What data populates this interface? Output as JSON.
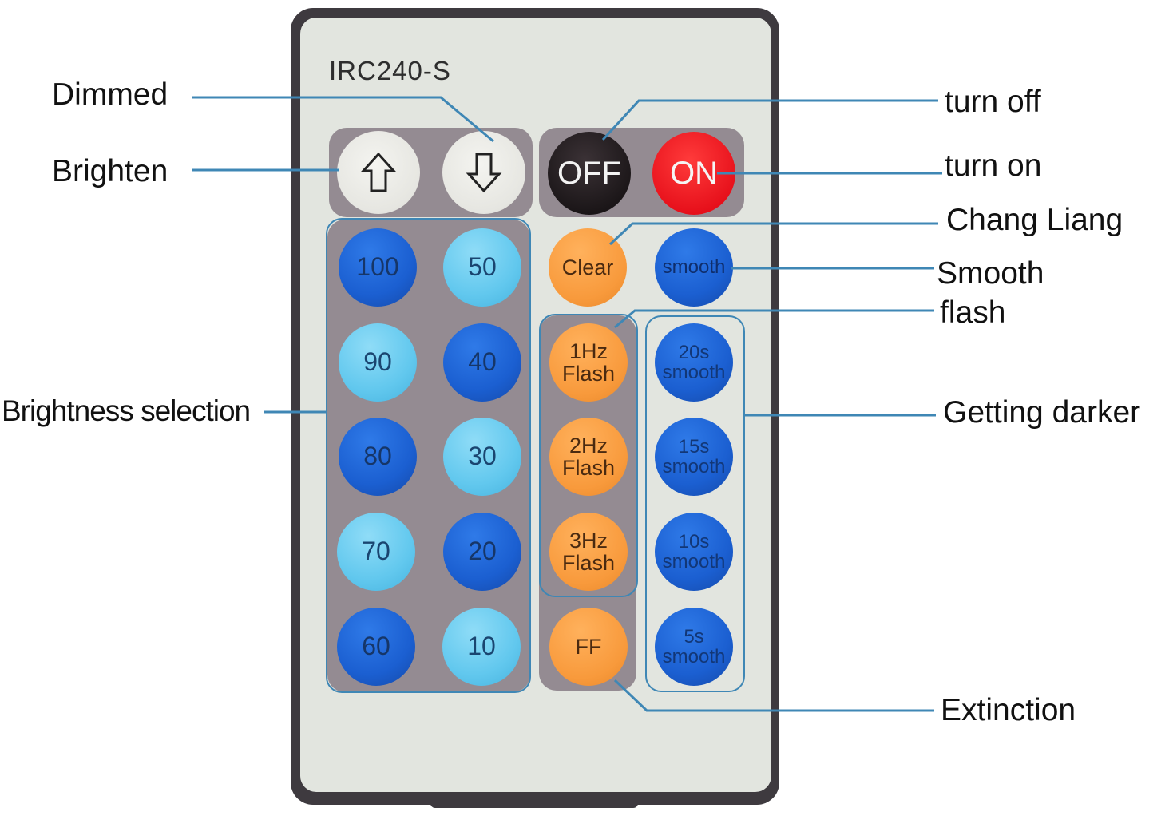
{
  "remote": {
    "model": "IRC240-S",
    "power_group": {
      "off_label": "OFF",
      "on_label": "ON"
    },
    "dim_group": {
      "up_icon": "arrow-up-icon",
      "down_icon": "arrow-down-icon"
    },
    "brightness_buttons": [
      {
        "label": "100",
        "color": "dark-blue"
      },
      {
        "label": "50",
        "color": "light-blue"
      },
      {
        "label": "90",
        "color": "light-blue"
      },
      {
        "label": "40",
        "color": "dark-blue"
      },
      {
        "label": "80",
        "color": "dark-blue"
      },
      {
        "label": "30",
        "color": "light-blue"
      },
      {
        "label": "70",
        "color": "light-blue"
      },
      {
        "label": "20",
        "color": "dark-blue"
      },
      {
        "label": "60",
        "color": "dark-blue"
      },
      {
        "label": "10",
        "color": "light-blue"
      }
    ],
    "clear_label": "Clear",
    "smooth_label": "smooth",
    "flash_buttons": [
      {
        "line1": "1Hz",
        "line2": "Flash"
      },
      {
        "line1": "2Hz",
        "line2": "Flash"
      },
      {
        "line1": "3Hz",
        "line2": "Flash"
      }
    ],
    "ff_label": "FF",
    "fade_buttons": [
      {
        "line1": "20s",
        "line2": "smooth"
      },
      {
        "line1": "15s",
        "line2": "smooth"
      },
      {
        "line1": "10s",
        "line2": "smooth"
      },
      {
        "line1": "5s",
        "line2": "smooth"
      }
    ]
  },
  "callouts": {
    "dimmed": "Dimmed",
    "brighten": "Brighten",
    "brightness_selection": "Brightness selection",
    "turn_off": "turn off",
    "turn_on": "turn on",
    "chang_liang": "Chang Liang",
    "smooth": "Smooth",
    "flash": "flash",
    "getting_darker": "Getting darker",
    "extinction": "Extinction"
  },
  "colors": {
    "leader_line": "#3f87b5",
    "panel_gray": "#948b92",
    "remote_body": "#3e3a3f",
    "remote_face": "#e2e5df"
  }
}
